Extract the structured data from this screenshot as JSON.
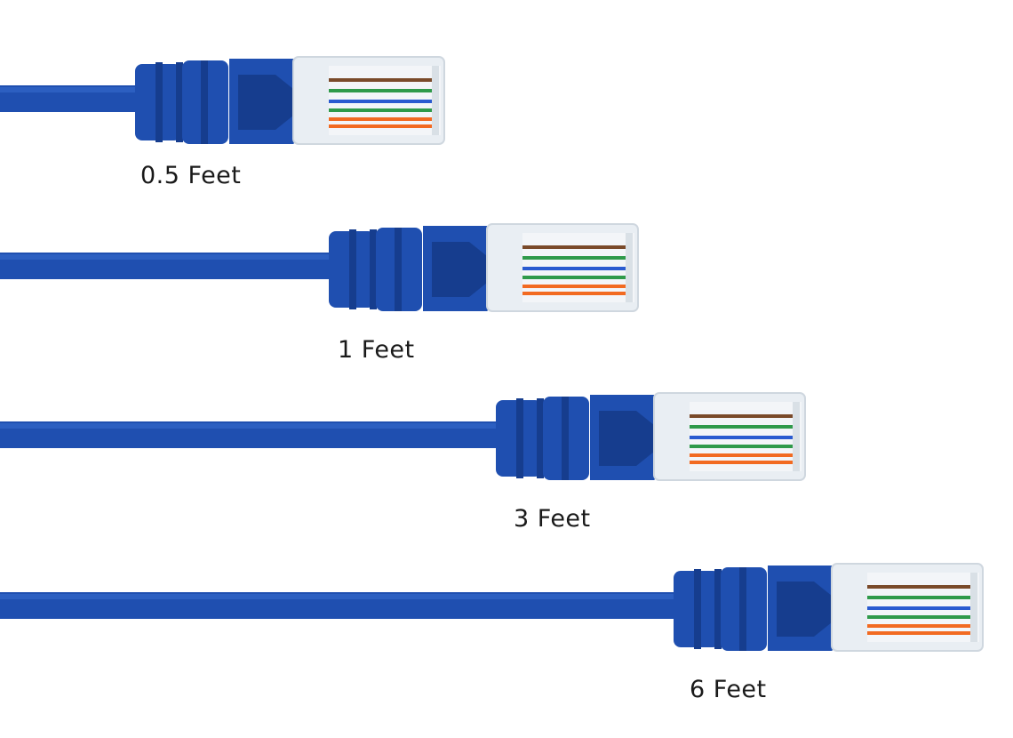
{
  "image": {
    "subject": "ethernet-patch-cables",
    "colors": {
      "cable": "#1f4fb0",
      "cable_dark": "#163d8e",
      "cable_light": "#3a6fd1",
      "plug_clear": "#e9eef3",
      "wire_orange": "#f26a21",
      "wire_green": "#2f9a4a",
      "wire_brown": "#7a4a2a",
      "wire_blue": "#2a5bd0",
      "label_text": "#1a1a1a",
      "background": "#ffffff"
    }
  },
  "cables": [
    {
      "label": "0.5 Feet",
      "icon": "rj45-connector-icon"
    },
    {
      "label": "1 Feet",
      "icon": "rj45-connector-icon"
    },
    {
      "label": "3 Feet",
      "icon": "rj45-connector-icon"
    },
    {
      "label": "6 Feet",
      "icon": "rj45-connector-icon"
    }
  ]
}
